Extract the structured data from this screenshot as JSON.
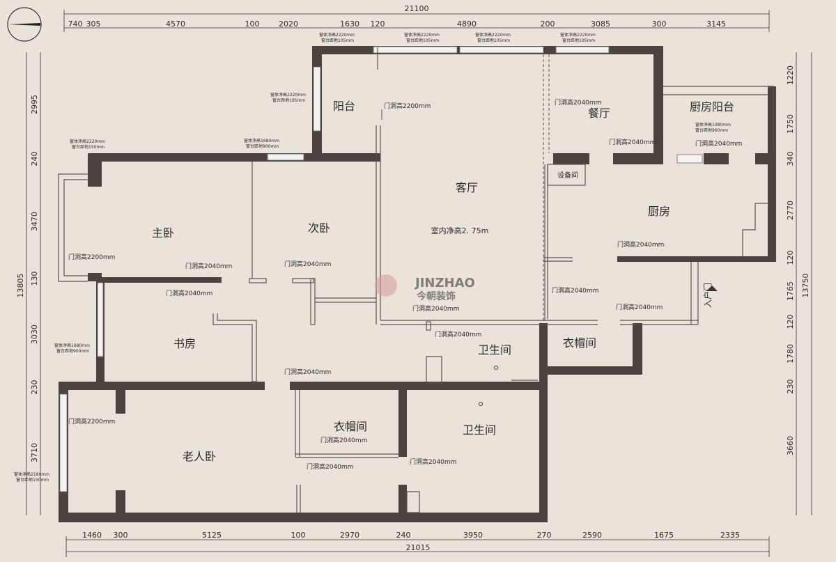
{
  "top_dims": {
    "total": "21100",
    "segments": [
      "740",
      "305",
      "4570",
      "100",
      "2020",
      "1630",
      "120",
      "4890",
      "200",
      "3085",
      "300",
      "3145"
    ]
  },
  "bottom_dims": {
    "total": "21015",
    "segments": [
      "1460",
      "300",
      "5125",
      "100",
      "2970",
      "240",
      "3950",
      "270",
      "2590",
      "1675",
      "2335"
    ]
  },
  "left_dims": {
    "total": "13805",
    "segments": [
      "2995",
      "240",
      "3470",
      "130",
      "3030",
      "230",
      "3710"
    ]
  },
  "right_dims": {
    "total": "13750",
    "segments": [
      "1220",
      "1750",
      "340",
      "2770",
      "120",
      "1765",
      "120",
      "1780",
      "230",
      "3660"
    ]
  },
  "rooms": {
    "balcony": "阳台",
    "dining": "餐厅",
    "kitchen_balcony": "厨房阳台",
    "equipment": "设备间",
    "living": "客厅",
    "ceiling": "室内净高2. 75m",
    "kitchen": "厨房",
    "master": "主卧",
    "second": "次卧",
    "entrance": "入户门",
    "study": "书房",
    "bath1": "卫生间",
    "cloak1": "衣帽间",
    "elder": "老人卧",
    "cloak2": "衣帽间",
    "bath2": "卫生间"
  },
  "notes": {
    "door2200": "门洞高2200mm",
    "door2040": "门洞高2040mm",
    "win_h2220": "窗体净高2220mm",
    "win_s105": "窗台距地105mm",
    "win_s150": "窗台距地150mm",
    "win_h1680": "窗体净高1680mm",
    "win_s900": "窗台距地900mm",
    "win_h1080": "窗体净高1080mm",
    "win_s960": "窗台距地960mm",
    "win_h2180": "窗体净高2180mm"
  },
  "watermark": {
    "brand": "JINZHAO",
    "cn": "今朝装饰"
  },
  "compass": "north-arrow"
}
